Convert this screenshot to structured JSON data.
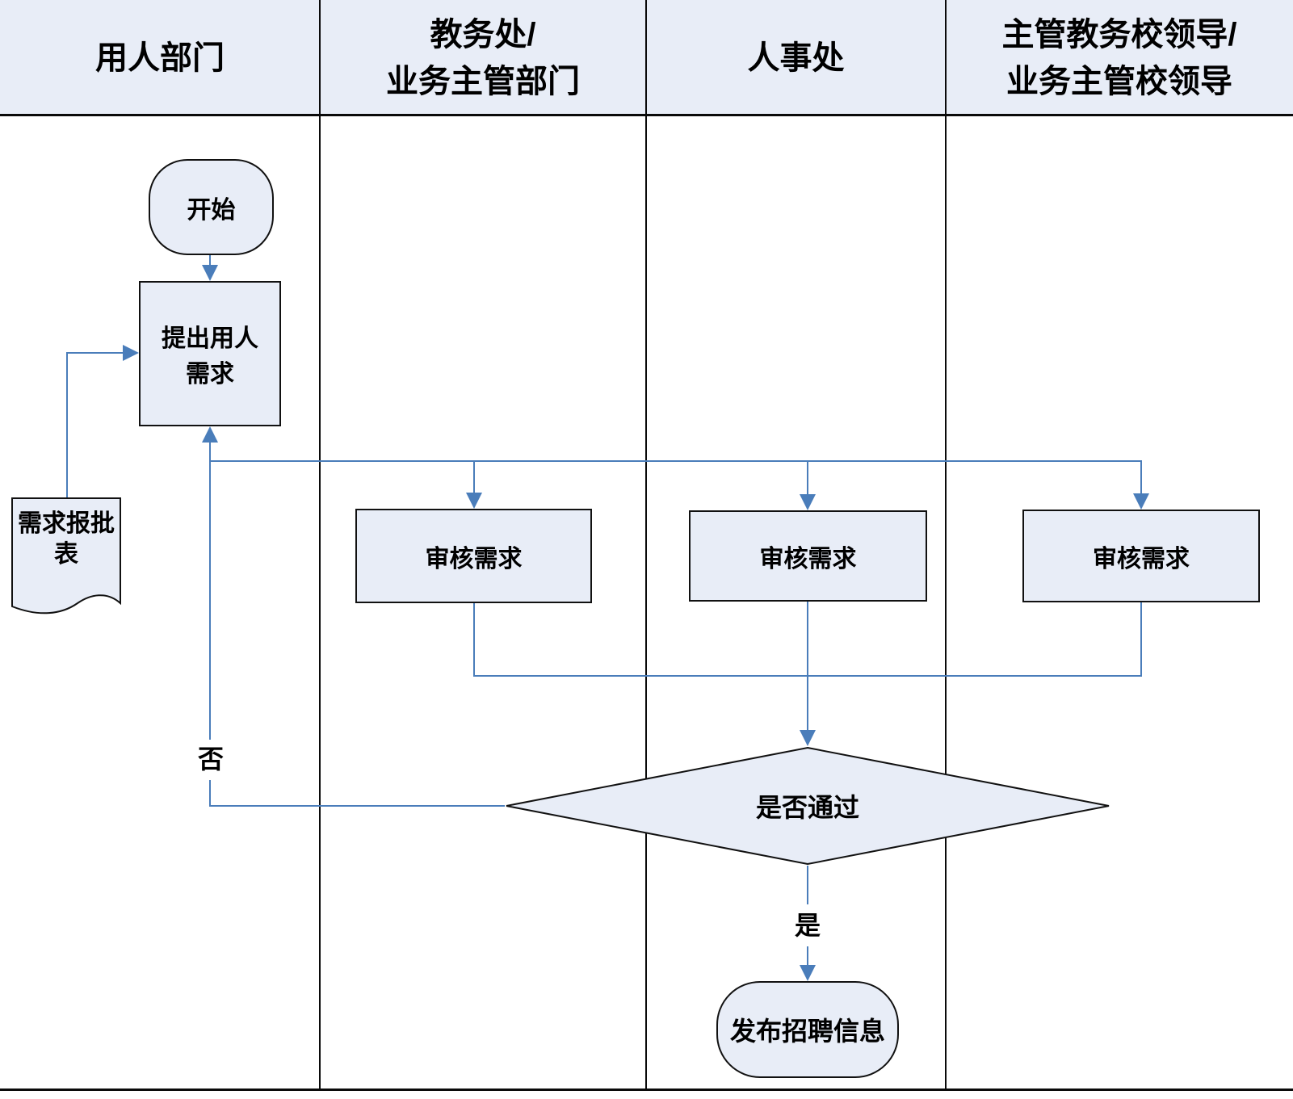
{
  "header": {
    "lanes": [
      {
        "id": "lane-using-department",
        "line1": "用人部门",
        "line2": ""
      },
      {
        "id": "lane-academic-affairs",
        "line1": "教务处/",
        "line2": "业务主管部门"
      },
      {
        "id": "lane-hr-office",
        "line1": "人事处",
        "line2": ""
      },
      {
        "id": "lane-school-leaders",
        "line1": "主管教务校领导/",
        "line2": "业务主管校领导"
      }
    ]
  },
  "nodes": {
    "start": {
      "label": "开始",
      "type": "terminator",
      "lane": "用人部门"
    },
    "propose": {
      "label": "提出用人需求",
      "type": "process",
      "lane": "用人部门"
    },
    "demand_form": {
      "label": "需求报批表",
      "type": "document",
      "lane": "用人部门"
    },
    "review_academic": {
      "label": "审核需求",
      "type": "process",
      "lane": "教务处/业务主管部门"
    },
    "review_hr": {
      "label": "审核需求",
      "type": "process",
      "lane": "人事处"
    },
    "review_leader": {
      "label": "审核需求",
      "type": "process",
      "lane": "主管教务校领导/业务主管校领导"
    },
    "decision": {
      "label": "是否通过",
      "type": "decision",
      "lane": "人事处"
    },
    "publish": {
      "label": "发布招聘信息",
      "type": "terminator",
      "lane": "人事处"
    }
  },
  "edge_labels": {
    "no": "否",
    "yes": "是"
  },
  "edges": [
    {
      "from": "start",
      "to": "propose",
      "label": ""
    },
    {
      "from": "demand_form",
      "to": "propose",
      "label": ""
    },
    {
      "from": "propose",
      "to": "review_academic",
      "label": ""
    },
    {
      "from": "propose",
      "to": "review_hr",
      "label": ""
    },
    {
      "from": "propose",
      "to": "review_leader",
      "label": ""
    },
    {
      "from": "review_academic",
      "to": "decision",
      "label": ""
    },
    {
      "from": "review_hr",
      "to": "decision",
      "label": ""
    },
    {
      "from": "review_leader",
      "to": "decision",
      "label": ""
    },
    {
      "from": "decision",
      "to": "propose",
      "label": "否"
    },
    {
      "from": "decision",
      "to": "publish",
      "label": "是"
    }
  ],
  "colors": {
    "shape_fill": "#e8edf7",
    "header_fill": "#e8edf7",
    "shape_border": "#111111",
    "connector": "#4a7dba",
    "frame_line": "#0a0a0a",
    "background": "#ffffff"
  }
}
